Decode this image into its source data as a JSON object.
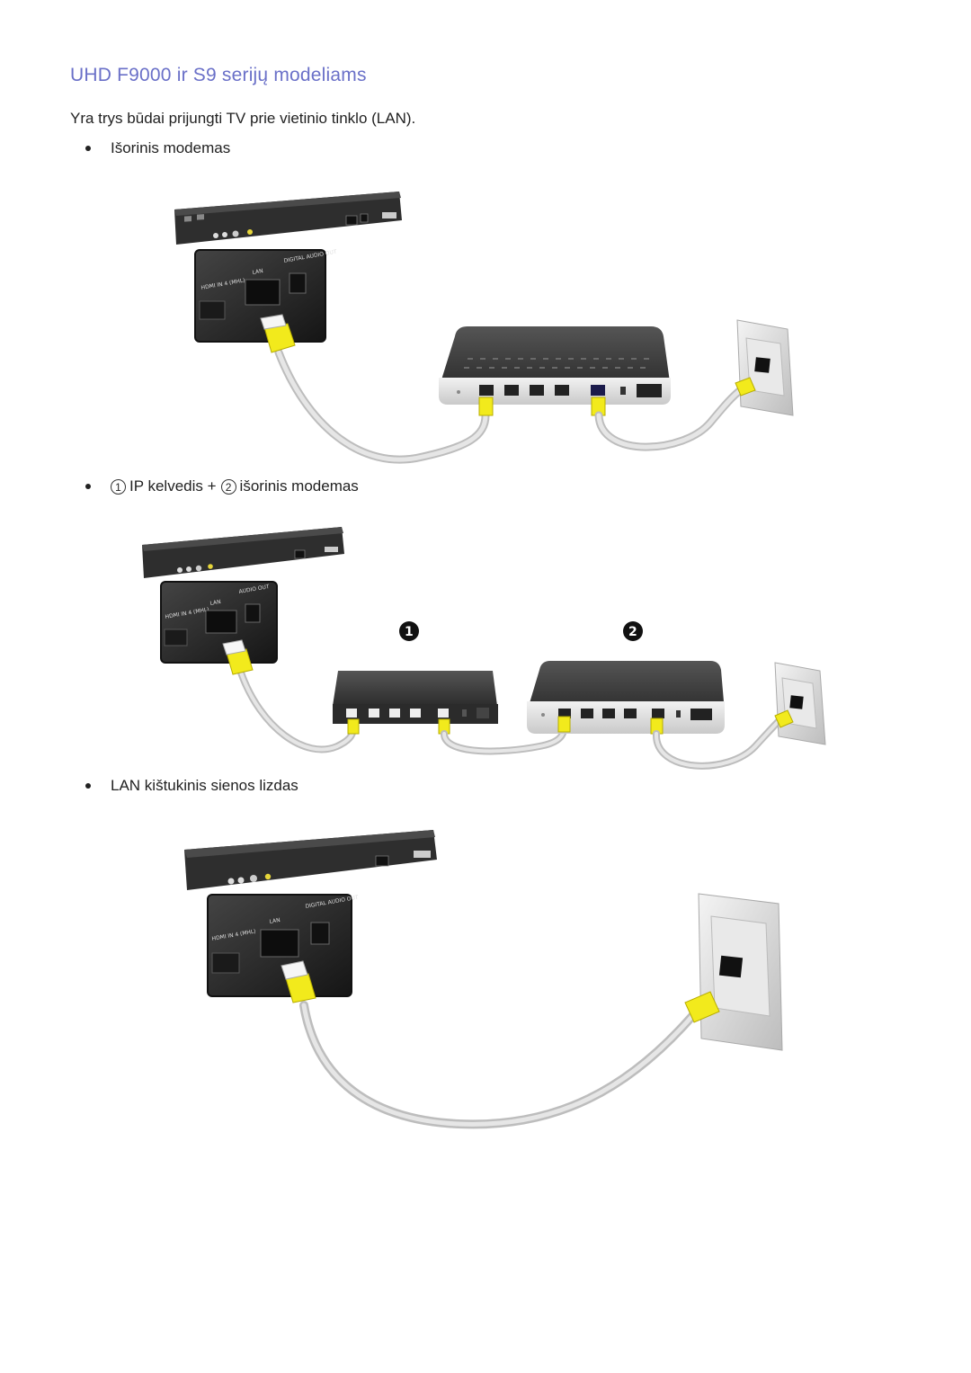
{
  "heading": "UHD F9000 ir S9 serijų modeliams",
  "intro": "Yra trys būdai prijungti TV prie vietinio tinklo (LAN).",
  "bullets": {
    "first": "Išorinis modemas",
    "second_num1": "1",
    "second_part1": "IP kelvedis +",
    "second_num2": "2",
    "second_part2": "išorinis modemas",
    "third": "LAN kištukinis sienos lizdas"
  },
  "diagram_labels": {
    "hdmi": "HDMI IN 4 (MHL)",
    "lan": "LAN",
    "audio": "DIGITAL AUDIO OUT (OPTICAL)",
    "badge1": "1",
    "badge2": "2"
  },
  "colors": {
    "heading": "#6a70c8",
    "connector": "#f2ea1c",
    "cable": "#d8d8d8",
    "device": "#3a3a3a"
  }
}
